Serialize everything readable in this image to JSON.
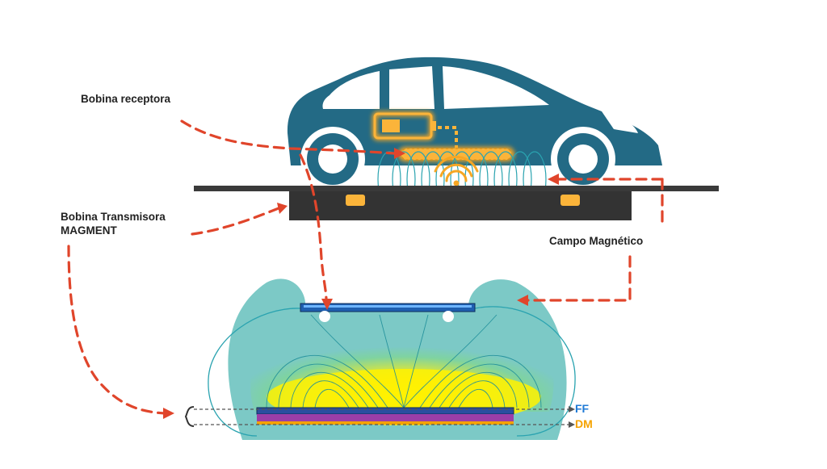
{
  "labels": {
    "receiver_coil": "Bobina receptora",
    "transmitter_coil_line1": "Bobina Transmisora",
    "transmitter_coil_line2": "MAGMENT",
    "magnetic_field": "Campo Magnético",
    "ff": "FF",
    "dm": "DM"
  },
  "colors": {
    "car_body": "#236a85",
    "arrow": "#e0452b",
    "coil_glow": "#f6a623",
    "field_lines": "#2aa3b0",
    "ground": "#3a3a3a",
    "ff": "#1f7ad6",
    "dm": "#f5a300"
  }
}
